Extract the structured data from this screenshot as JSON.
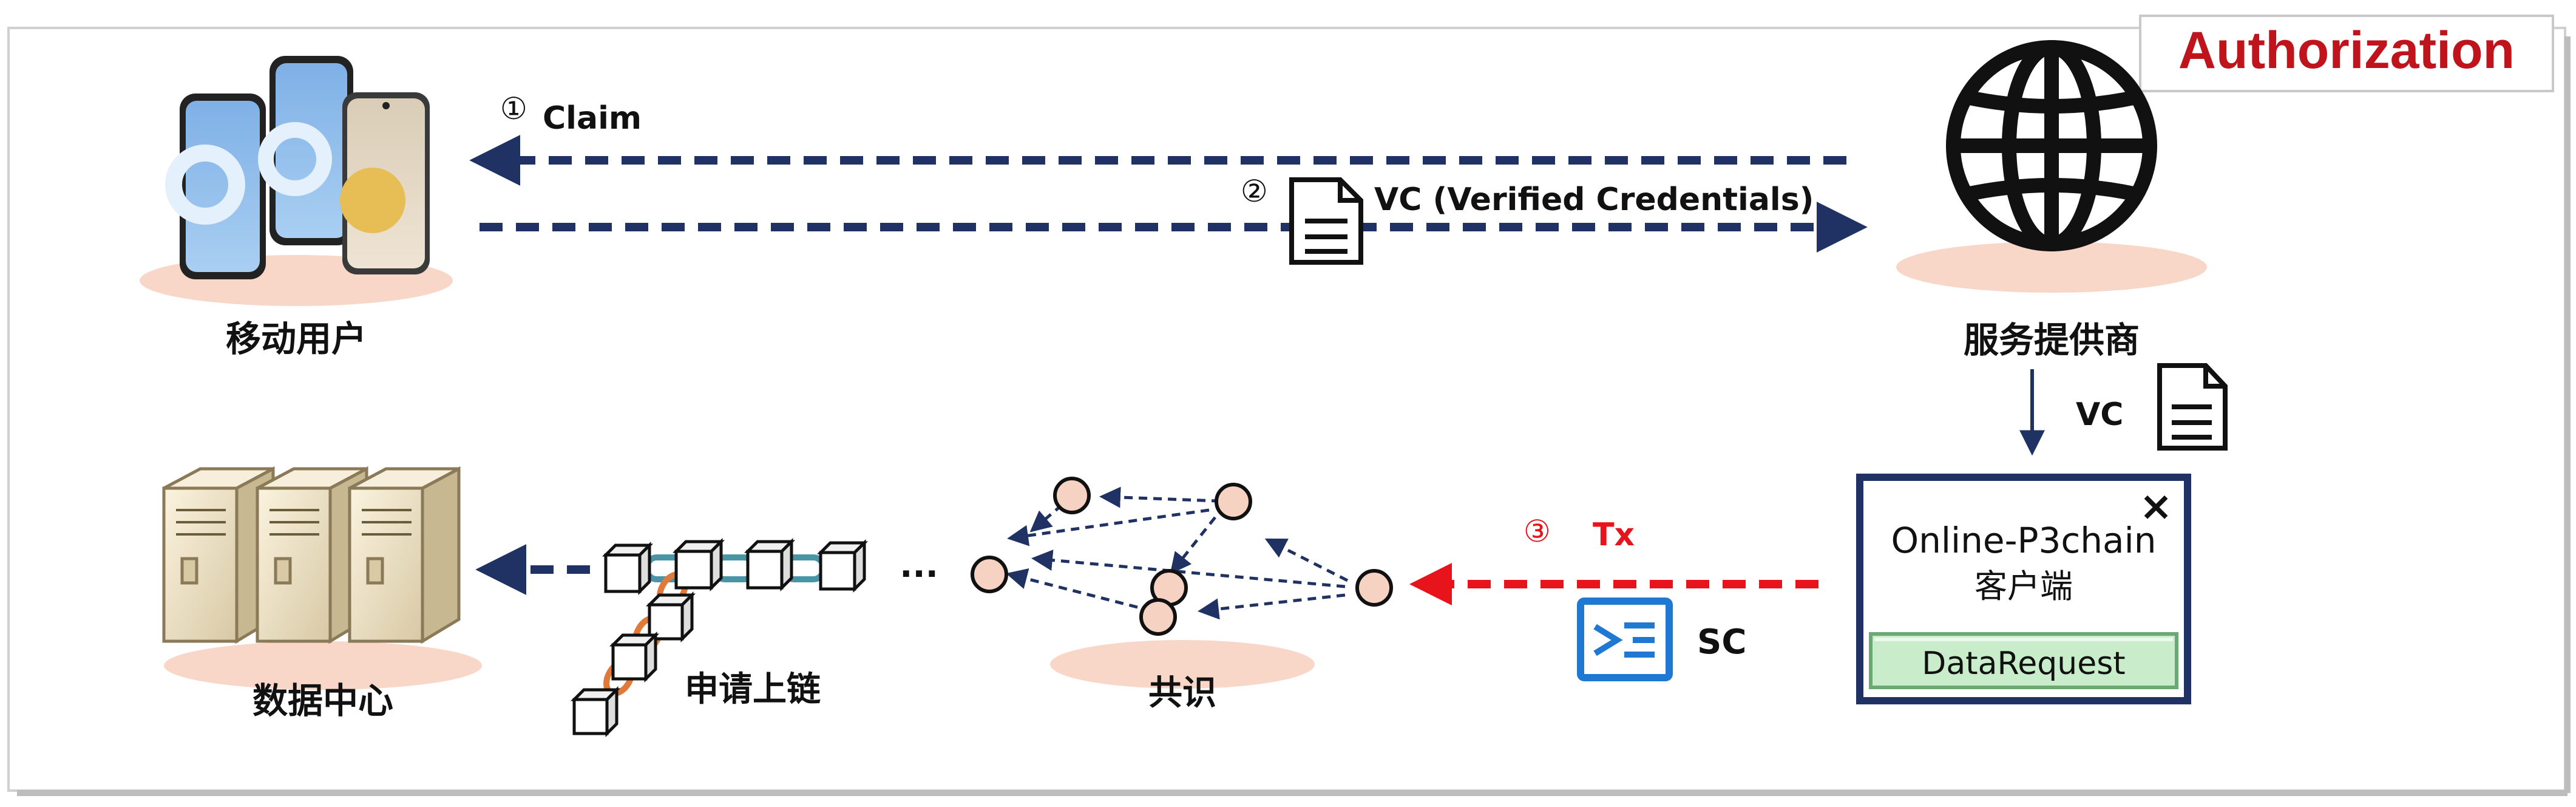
{
  "title": "Authorization",
  "nodes": {
    "mobile_user": "移动用户",
    "service_provider": "服务提供商",
    "data_center": "数据中心",
    "chain_request": "申请上链",
    "consensus": "共识"
  },
  "steps": {
    "step1_number": "①",
    "step1_label": "Claim",
    "step2_number": "②",
    "step2_label": "VC (Verified Credentials)",
    "step3_number": "③",
    "step3_label": "Tx"
  },
  "vc_label": "VC",
  "sc_label": "SC",
  "ellipsis": "...",
  "client_window": {
    "title_line1": "Online-P3chain",
    "title_line2": "客户端",
    "button": "DataRequest",
    "close_icon": "×"
  },
  "colors": {
    "navy": "#1f3263",
    "red": "#e8141c",
    "title_red": "#c0141c",
    "peach": "#f8d6c8",
    "node_fill": "#f6d2c3",
    "sc_blue": "#1f78d1",
    "button_green": "#c9eccb"
  },
  "icons": {
    "phones": "smartphones-icon",
    "globe": "globe-icon",
    "document": "document-icon",
    "servers": "server-icon",
    "blockchain": "blockchain-icon",
    "smart_contract": "smart-contract-icon",
    "close": "close-icon"
  }
}
